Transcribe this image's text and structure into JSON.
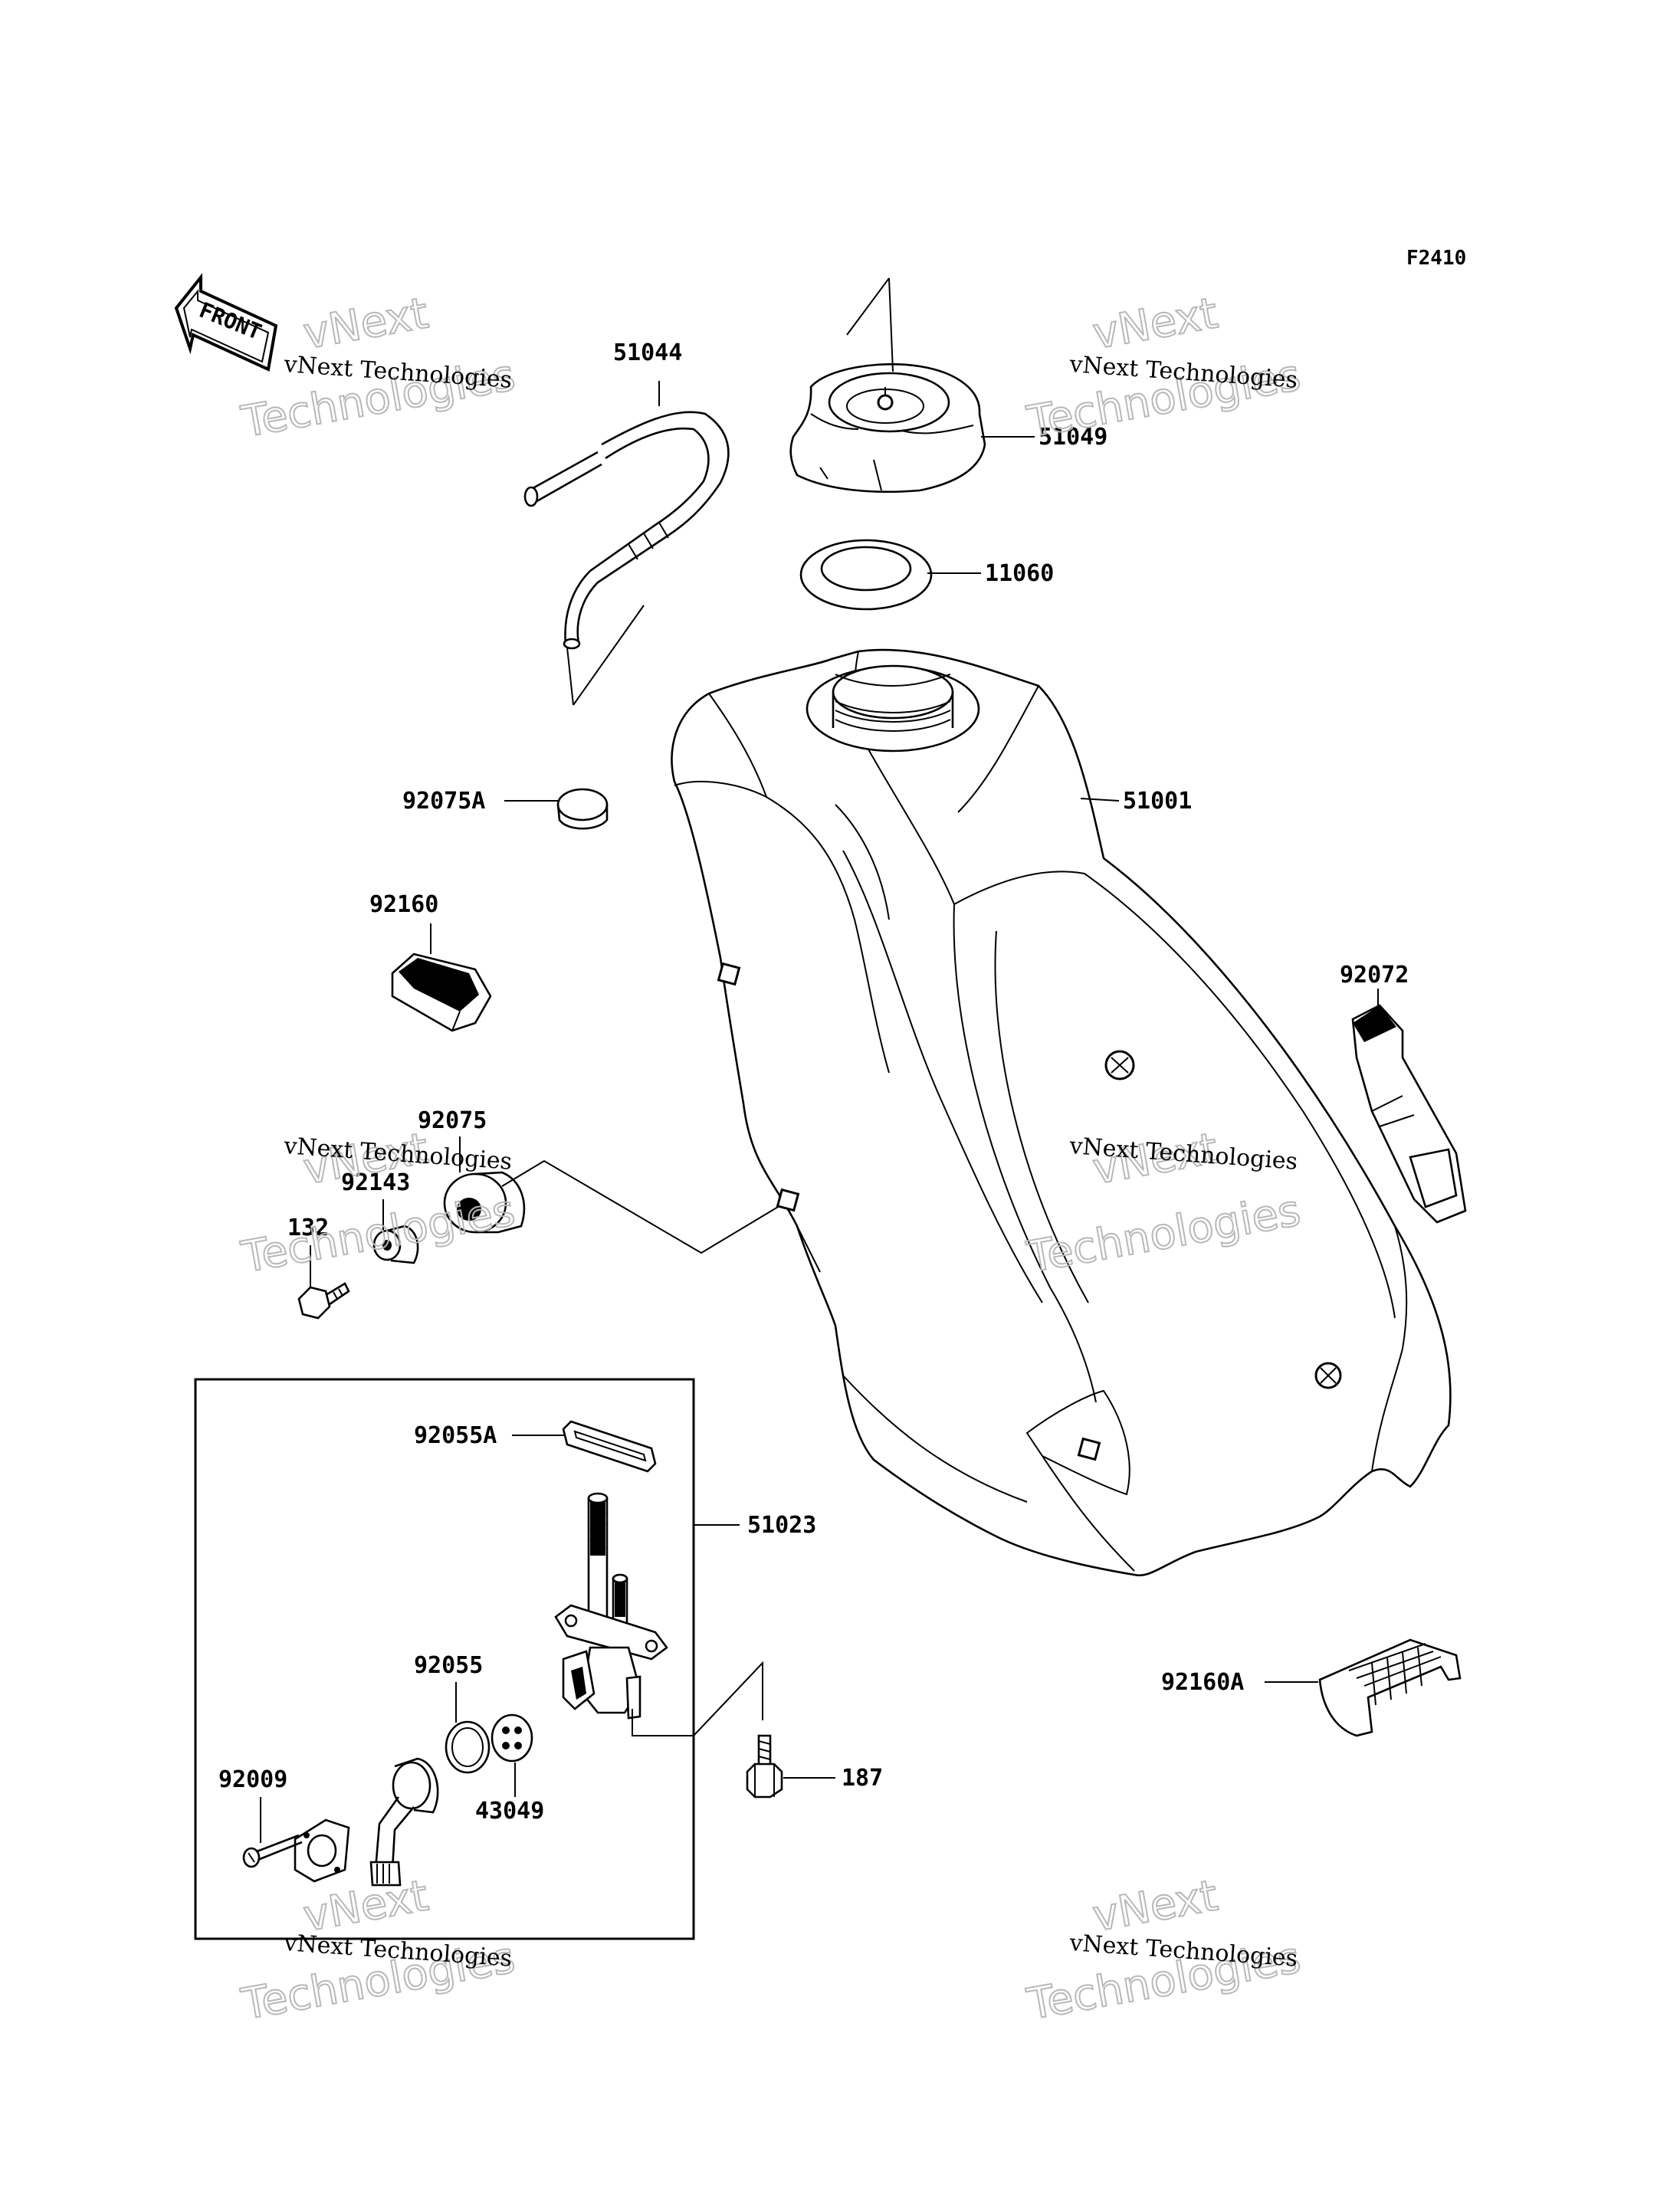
{
  "figure_code": "F2410",
  "front_marker": "FRONT",
  "watermark": {
    "line1": "vNext Technologies",
    "big1": "vNext",
    "big2": "Technologies"
  },
  "parts": {
    "p51044": "51044",
    "p51049": "51049",
    "p11060": "11060",
    "p51001": "51001",
    "p92075A": "92075A",
    "p92160": "92160",
    "p92072": "92072",
    "p92075": "92075",
    "p92143": "92143",
    "p132": "132",
    "p92055A": "92055A",
    "p51023": "51023",
    "p92055": "92055",
    "p92009": "92009",
    "p43049": "43049",
    "p187": "187",
    "p92160A": "92160A"
  }
}
